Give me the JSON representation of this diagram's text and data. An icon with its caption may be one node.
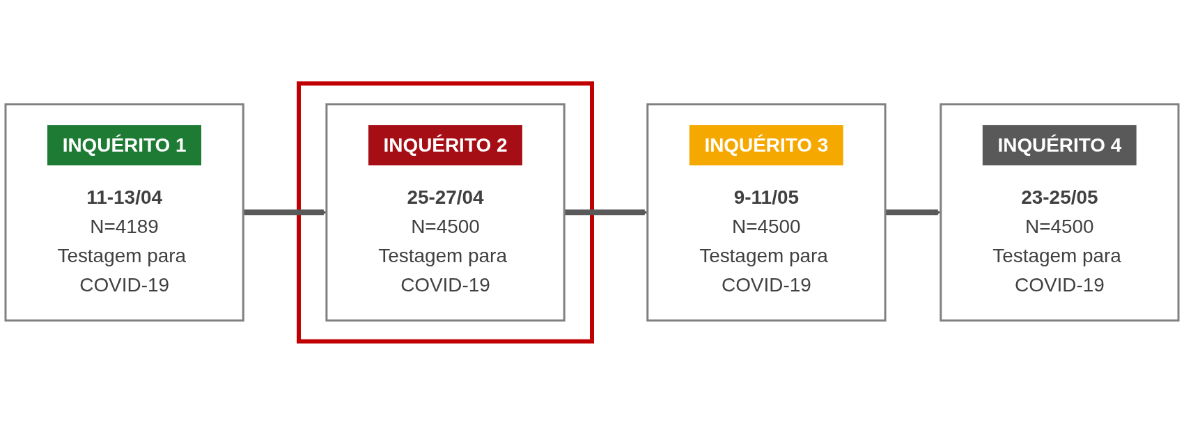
{
  "diagram": {
    "nodes": [
      {
        "text": [
          "INQUÉRITO 1",
          "11-13/04",
          "N=4189",
          "Testagem para COVID-19"
        ]
      },
      {
        "text": [],
        "shape": "box"
      },
      {
        "text": [
          "INQUÉRITO 2",
          "25-27/04",
          "N=4500",
          "Testagem para COVID-19"
        ],
        "in": 1
      },
      {
        "text": [
          "INQUÉRITO 3",
          "9-11/05",
          "N=4500",
          "Testagem para COVID-19"
        ]
      },
      {
        "text": [
          "INQUÉRITO 4",
          "23-25/05",
          "N=4500",
          "Testagem para COVID-19"
        ]
      }
    ],
    "edges": [
      {
        "from": 0,
        "to": 2,
        "arrow": "to"
      },
      {
        "from": 2,
        "to": 3,
        "arrow": "to"
      },
      {
        "from": 3,
        "to": 4,
        "arrow": "to"
      }
    ]
  }
}
